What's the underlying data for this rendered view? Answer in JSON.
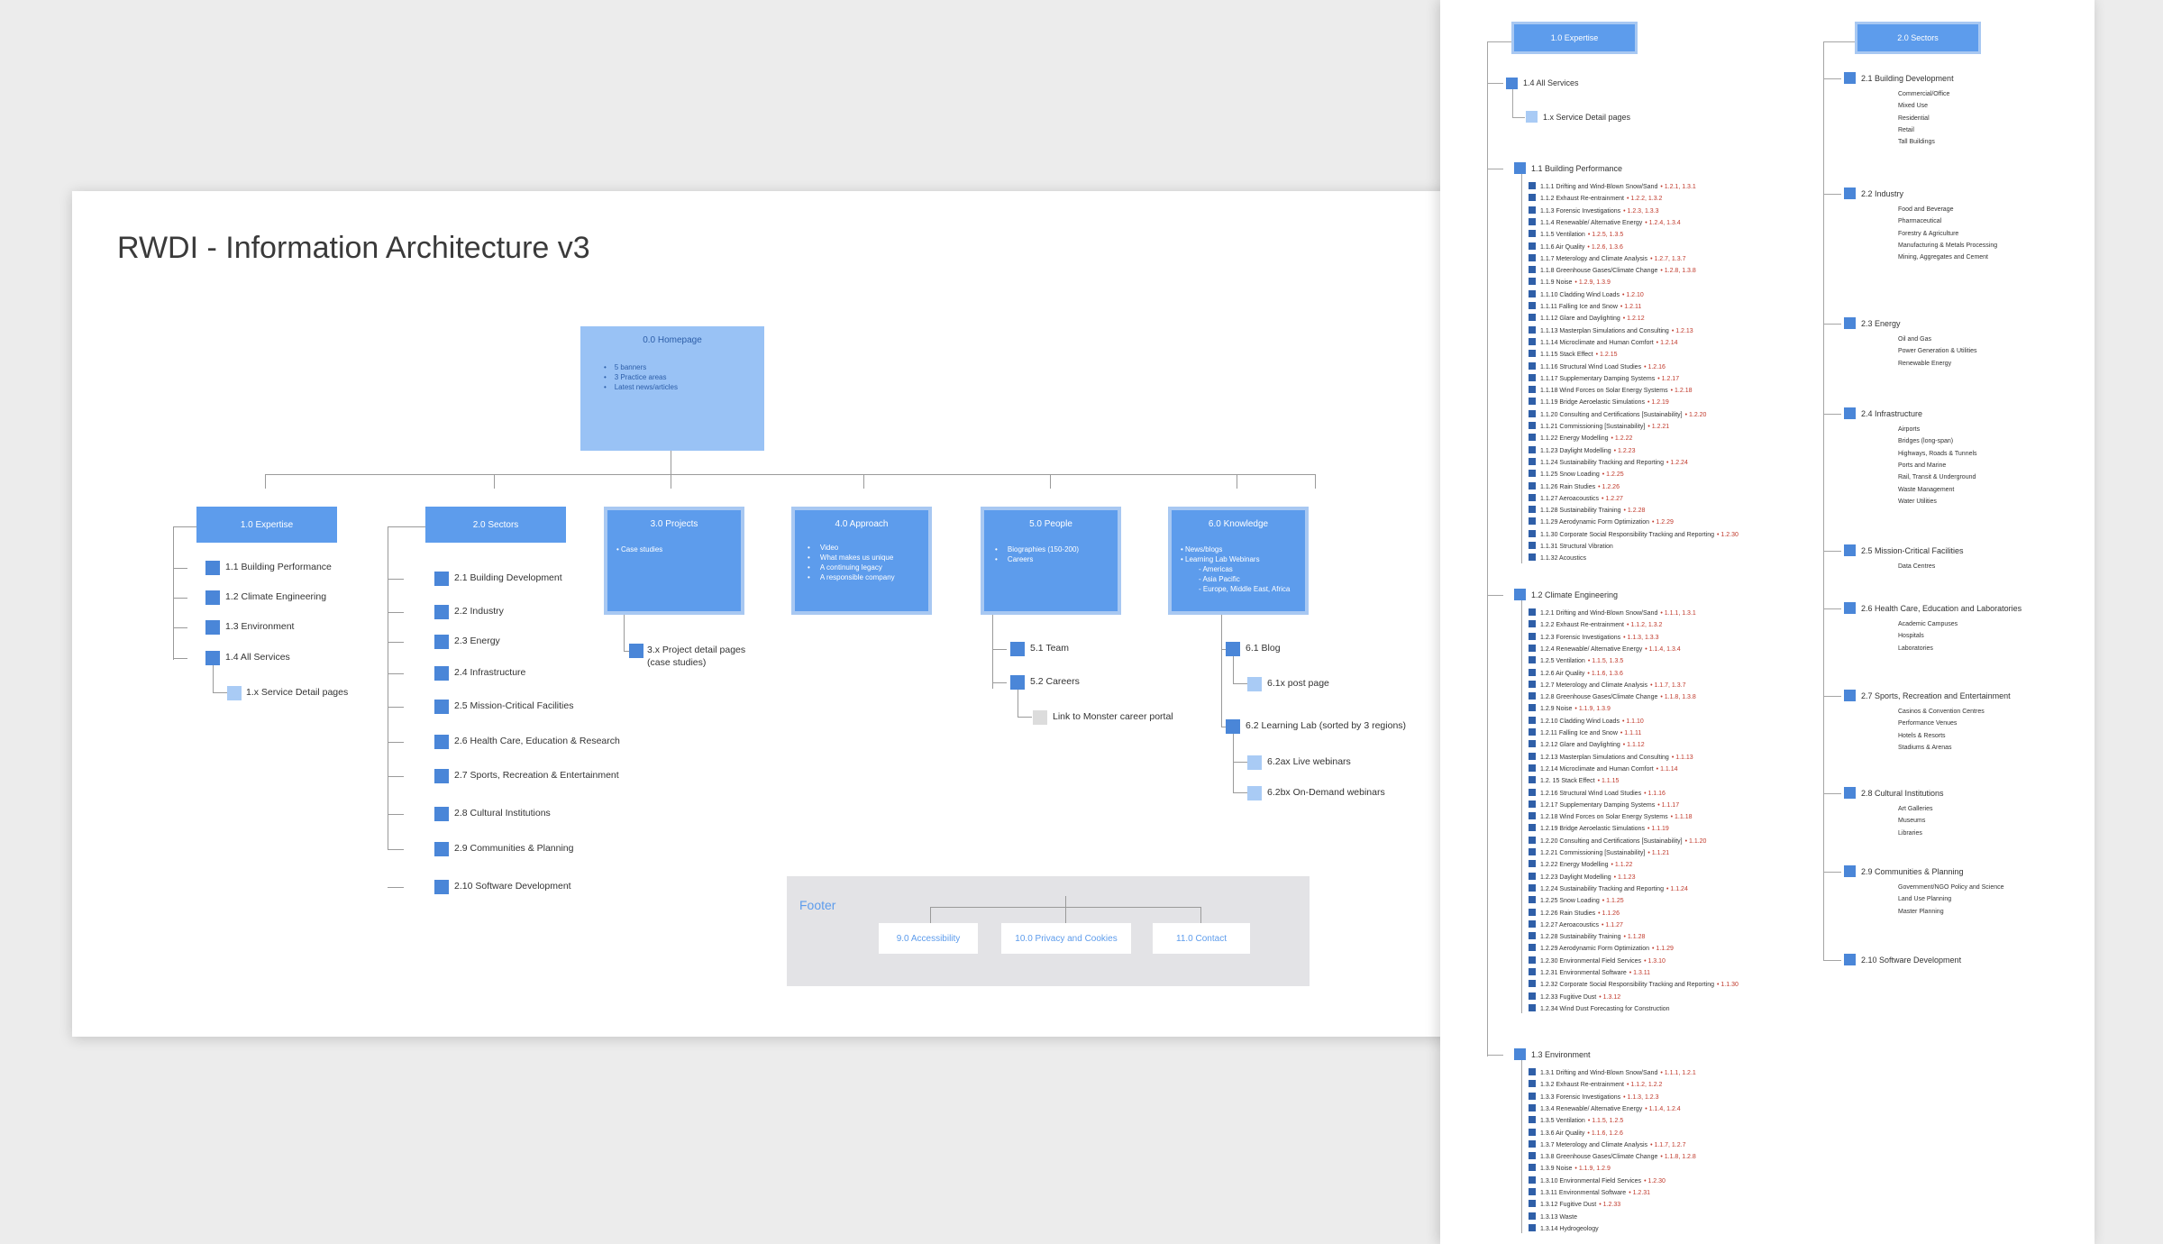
{
  "title": "RWDI - Information Architecture v3",
  "homepage": {
    "label": "0.0 Homepage",
    "bullets": [
      "5 banners",
      "3 Practice areas",
      "Latest news/articles"
    ]
  },
  "expertise": {
    "label": "1.0 Expertise",
    "items": [
      "1.1 Building Performance",
      "1.2 Climate Engineering",
      "1.3 Environment",
      "1.4 All Services"
    ],
    "sub": "1.x Service Detail pages"
  },
  "sectors": {
    "label": "2.0 Sectors",
    "items": [
      "2.1 Building Development",
      "2.2 Industry",
      "2.3 Energy",
      "2.4 Infrastructure",
      "2.5 Mission-Critical Facilities",
      "2.6 Health Care, Education & Research",
      "2.7 Sports, Recreation & Entertainment",
      "2.8 Cultural Institutions",
      "2.9 Communities & Planning",
      "2.10 Software Development"
    ]
  },
  "projects": {
    "label": "3.0 Projects",
    "body": "• Case studies",
    "child_line1": "3.x Project detail pages",
    "child_line2": "(case studies)"
  },
  "approach": {
    "label": "4.0 Approach",
    "bullets": [
      "Video",
      "What makes us unique",
      "A continuing legacy",
      "A responsible company"
    ]
  },
  "people": {
    "label": "5.0 People",
    "bullets": [
      "Biographies (150-200)",
      "Careers"
    ],
    "items": [
      "5.1 Team",
      "5.2 Careers"
    ],
    "sub": "Link to Monster career portal"
  },
  "knowledge": {
    "label": "6.0 Knowledge",
    "lines": [
      "• News/blogs",
      "• Learning Lab Webinars",
      "- Americas",
      "- Asia Pacific",
      "- Europe, Middle East, Africa"
    ],
    "item1": "6.1 Blog",
    "item1_sub": "6.1x post page",
    "item2": "6.2 Learning Lab (sorted by 3 regions)",
    "item2_subs": [
      "6.2ax Live webinars",
      "6.2bx On-Demand webinars"
    ]
  },
  "footer": {
    "label": "Footer",
    "buttons": [
      "9.0 Accessibility",
      "10.0 Privacy and Cookies",
      "11.0 Contact"
    ]
  },
  "right": {
    "expertise_label": "1.0 Expertise",
    "sectors_label": "2.0 Sectors",
    "all_services": "1.4 All Services",
    "service_detail": "1.x Service Detail pages",
    "bp_head": "1.1 Building Performance",
    "bp_items": [
      [
        "1.1.1 Drifting and Wind-Blown Snow/Sand",
        "• 1.2.1, 1.3.1"
      ],
      [
        "1.1.2 Exhaust Re-entrainment",
        "• 1.2.2, 1.3.2"
      ],
      [
        "1.1.3 Forensic Investigations",
        "• 1.2.3, 1.3.3"
      ],
      [
        "1.1.4 Renewable/ Alternative Energy",
        "• 1.2.4, 1.3.4"
      ],
      [
        "1.1.5 Ventilation",
        "• 1.2.5, 1.3.5"
      ],
      [
        "1.1.6 Air Quality",
        "• 1.2.6, 1.3.6"
      ],
      [
        "1.1.7 Meterology and Climate Analysis",
        "• 1.2.7, 1.3.7"
      ],
      [
        "1.1.8 Greenhouse Gases/Climate Change",
        "• 1.2.8, 1.3.8"
      ],
      [
        "1.1.9 Noise",
        "• 1.2.9, 1.3.9"
      ],
      [
        "1.1.10 Cladding Wind Loads",
        "• 1.2.10"
      ],
      [
        "1.1.11 Falling Ice and Snow",
        "• 1.2.11"
      ],
      [
        "1.1.12 Glare and Daylighting",
        "• 1.2.12"
      ],
      [
        "1.1.13 Masterplan Simulations and Consulting",
        "• 1.2.13"
      ],
      [
        "1.1.14 Microclimate and Human Comfort",
        "• 1.2.14"
      ],
      [
        "1.1.15 Stack Effect",
        "• 1.2.15"
      ],
      [
        "1.1.16 Structural Wind Load Studies",
        "• 1.2.16"
      ],
      [
        "1.1.17 Supplementary Damping Systems",
        "• 1.2.17"
      ],
      [
        "1.1.18 Wind Forces on Solar Energy Systems",
        "• 1.2.18"
      ],
      [
        "1.1.19 Bridge Aeroelastic Simulations",
        "• 1.2.19"
      ],
      [
        "1.1.20 Consulting and Certifications [Sustainability]",
        "• 1.2.20"
      ],
      [
        "1.1.21 Commissioning [Sustainability]",
        "• 1.2.21"
      ],
      [
        "1.1.22 Energy Modelling",
        "• 1.2.22"
      ],
      [
        "1.1.23 Daylight Modelling",
        "• 1.2.23"
      ],
      [
        "1.1.24 Sustainability Tracking and Reporting",
        "• 1.2.24"
      ],
      [
        "1.1.25 Snow Loading",
        "• 1.2.25"
      ],
      [
        "1.1.26 Rain Studies",
        "• 1.2.26"
      ],
      [
        "1.1.27 Aeroacoustics",
        "• 1.2.27"
      ],
      [
        "1.1.28 Sustainability Training",
        "• 1.2.28"
      ],
      [
        "1.1.29 Aerodynamic Form Optimization",
        "• 1.2.29"
      ],
      [
        "1.1.30 Corporate Social Responsibility Tracking and Reporting",
        "• 1.2.30"
      ],
      [
        "1.1.31 Structural Vibration",
        ""
      ],
      [
        "1.1.32 Acoustics",
        ""
      ]
    ],
    "ce_head": "1.2 Climate Engineering",
    "ce_items": [
      [
        "1.2.1 Drifting and Wind-Blown Snow/Sand",
        "• 1.1.1, 1.3.1"
      ],
      [
        "1.2.2 Exhaust Re-entrainment",
        "• 1.1.2, 1.3.2"
      ],
      [
        "1.2.3 Forensic Investigations",
        "• 1.1.3, 1.3.3"
      ],
      [
        "1.2.4 Renewable/ Alternative Energy",
        "• 1.1.4, 1.3.4"
      ],
      [
        "1.2.5 Ventilation",
        "• 1.1.5, 1.3.5"
      ],
      [
        "1.2.6 Air Quality",
        "• 1.1.6, 1.3.6"
      ],
      [
        "1.2.7 Meterology and Climate Analysis",
        "• 1.1.7, 1.3.7"
      ],
      [
        "1.2.8 Greenhouse Gases/Climate Change",
        "• 1.1.8, 1.3.8"
      ],
      [
        "1.2.9 Noise",
        "• 1.1.9, 1.3.9"
      ],
      [
        "1.2.10 Cladding Wind Loads",
        "• 1.1.10"
      ],
      [
        "1.2.11 Falling Ice and Snow",
        "• 1.1.11"
      ],
      [
        "1.2.12 Glare and Daylighting",
        "• 1.1.12"
      ],
      [
        "1.2.13 Masterplan Simulations and Consulting",
        "• 1.1.13"
      ],
      [
        "1.2.14 Microclimate and Human Comfort",
        "• 1.1.14"
      ],
      [
        "1.2. 15 Stack Effect",
        "• 1.1.15"
      ],
      [
        "1.2.16 Structural Wind Load Studies",
        "• 1.1.16"
      ],
      [
        "1.2.17 Supplementary Damping Systems",
        "• 1.1.17"
      ],
      [
        "1.2.18 Wind Forces on Solar Energy Systems",
        "• 1.1.18"
      ],
      [
        "1.2.19 Bridge Aeroelastic Simulations",
        "• 1.1.19"
      ],
      [
        "1.2.20 Consulting and Certifications [Sustainability]",
        "• 1.1.20"
      ],
      [
        "1.2.21 Commissioning [Sustainability]",
        "• 1.1.21"
      ],
      [
        "1.2.22 Energy Modelling",
        "• 1.1.22"
      ],
      [
        "1.2.23 Daylight Modelling",
        "• 1.1.23"
      ],
      [
        "1.2.24 Sustainability Tracking and Reporting",
        "• 1.1.24"
      ],
      [
        "1.2.25 Snow Loading",
        "• 1.1.25"
      ],
      [
        "1.2.26 Rain Studies",
        "• 1.1.26"
      ],
      [
        "1.2.27 Aeroacoustics",
        "• 1.1.27"
      ],
      [
        "1.2.28 Sustainability Training",
        "• 1.1.28"
      ],
      [
        "1.2.29 Aerodynamic Form Optimization",
        "• 1.1.29"
      ],
      [
        "1.2.30 Environmental Field Services",
        "• 1.3.10"
      ],
      [
        "1.2.31 Environmental Software",
        "• 1.3.11"
      ],
      [
        "1.2.32 Corporate Social Responsibility Tracking and Reporting",
        "• 1.1.30"
      ],
      [
        "1.2.33 Fugitive Dust",
        "• 1.3.12"
      ],
      [
        "1.2.34 Wind Dust Forecasting for Construction",
        ""
      ]
    ],
    "env_head": "1.3 Environment",
    "env_items": [
      [
        "1.3.1 Drifting and Wind-Blown Snow/Sand",
        "• 1.1.1, 1.2.1"
      ],
      [
        "1.3.2 Exhaust Re-entrainment",
        "• 1.1.2, 1.2.2"
      ],
      [
        "1.3.3 Forensic Investigations",
        "• 1.1.3, 1.2.3"
      ],
      [
        "1.3.4 Renewable/ Alternative Energy",
        "• 1.1.4, 1.2.4"
      ],
      [
        "1.3.5 Ventilation",
        "• 1.1.5, 1.2.5"
      ],
      [
        "1.3.6 Air Quality",
        "• 1.1.6, 1.2.6"
      ],
      [
        "1.3.7 Meterology and Climate Analysis",
        "• 1.1.7, 1.2.7"
      ],
      [
        "1.3.8 Greenhouse Gases/Climate Change",
        "• 1.1.8, 1.2.8"
      ],
      [
        "1.3.9 Noise",
        "• 1.1.9, 1.2.9"
      ],
      [
        "1.3.10 Environmental Field Services",
        "• 1.2.30"
      ],
      [
        "1.3.11 Environmental Software",
        "• 1.2.31"
      ],
      [
        "1.3.12 Fugitive Dust",
        "• 1.2.33"
      ],
      [
        "1.3.13 Waste",
        ""
      ],
      [
        "1.3.14 Hydrogeology",
        ""
      ]
    ],
    "sector_groups": [
      {
        "head": "2.1 Building Development",
        "subs": [
          "Commercial/Office",
          "Mixed Use",
          "Residential",
          "Retail",
          "Tall Buildings"
        ]
      },
      {
        "head": "2.2 Industry",
        "subs": [
          "Food and Beverage",
          "Pharmaceutical",
          "Forestry & Agriculture",
          "Manufacturing & Metals Processing",
          "Mining, Aggregates and Cement"
        ]
      },
      {
        "head": "2.3 Energy",
        "subs": [
          "Oil and Gas",
          "Power Generation & Utilities",
          "Renewable Energy"
        ]
      },
      {
        "head": "2.4 Infrastructure",
        "subs": [
          "Airports",
          "Bridges (long-span)",
          "Highways, Roads & Tunnels",
          "Ports and Marine",
          "Rail, Transit & Underground",
          "Waste Management",
          "Water Utilities"
        ]
      },
      {
        "head": "2.5 Mission-Critical Facilities",
        "subs": [
          "Data Centres"
        ]
      },
      {
        "head": "2.6 Health Care, Education and Laboratories",
        "subs": [
          "Academic Campuses",
          "Hospitals",
          "Laboratories"
        ]
      },
      {
        "head": "2.7 Sports, Recreation and Entertainment",
        "subs": [
          "Casinos & Convention Centres",
          "Performance Venues",
          "Hotels & Resorts",
          "Stadiums & Arenas"
        ]
      },
      {
        "head": "2.8 Cultural Institutions",
        "subs": [
          "Art Galleries",
          "Museums",
          "Libraries"
        ]
      },
      {
        "head": "2.9 Communities & Planning",
        "subs": [
          "Government/NGO Policy and Science",
          "Land Use Planning",
          "Master Planning"
        ]
      },
      {
        "head": "2.10 Software Development",
        "subs": []
      }
    ]
  }
}
